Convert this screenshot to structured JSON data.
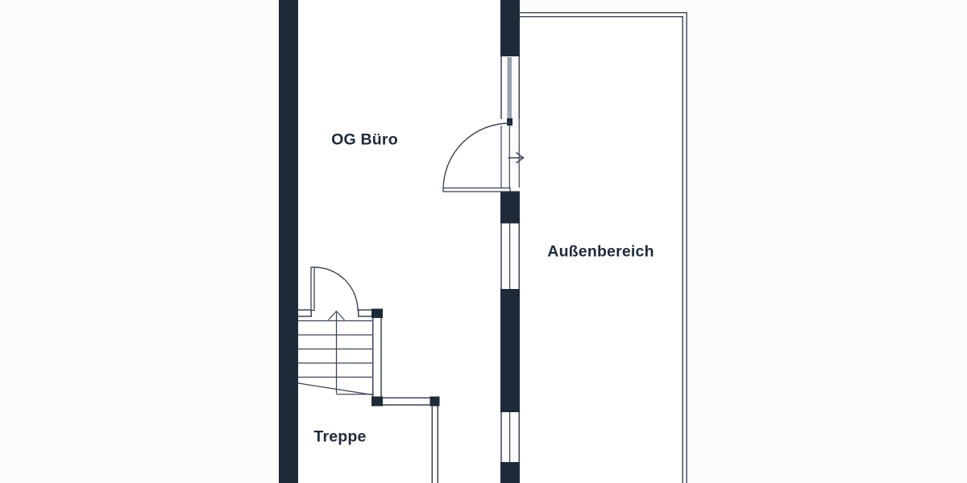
{
  "floorplan": {
    "rooms": [
      {
        "label": "OG Büro"
      },
      {
        "label": "Außenbereich"
      },
      {
        "label": "Treppe"
      }
    ],
    "colors": {
      "wall": "#1f2a38",
      "line": "#3c4554",
      "glass": "#9aa2ac",
      "background": "#fcfcfc",
      "text": "#1f2a38"
    }
  }
}
